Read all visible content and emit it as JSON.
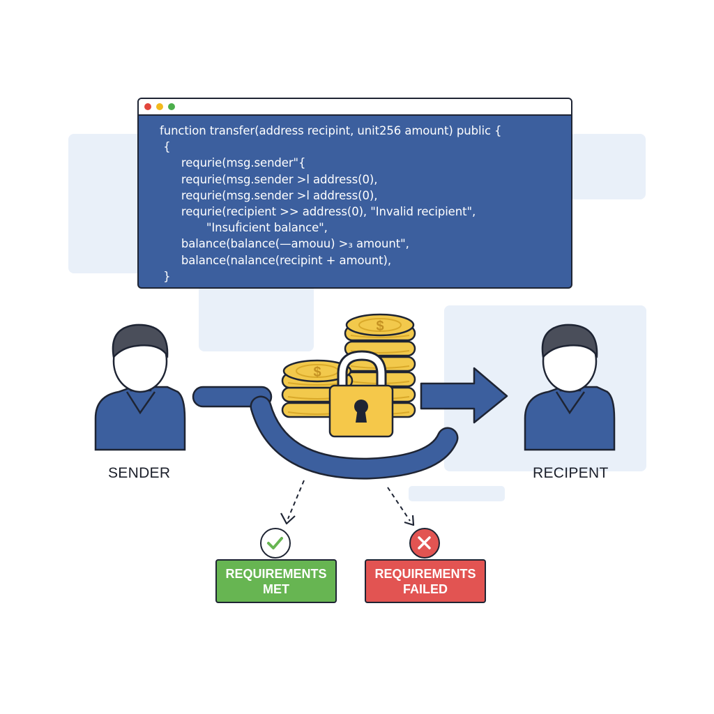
{
  "code_window": {
    "lines": [
      "function transfer(address recipint, unit256 amount) public {",
      " {",
      "      requrie(msg.sender\"{",
      "      requrie(msg.sender >l address(0),",
      "      requrie(msg.sender >l address(0),",
      "      requrie(recipient >> address(0), \"Invalid recipient\",",
      "             \"Insuf́icient balance\",",
      "      balance(balance(—amouu) >₃ amount\",",
      "      balance(nalance(recipint + amount),",
      " }"
    ],
    "dot_colors": [
      "#e2453c",
      "#f2b91d",
      "#4cae4c"
    ]
  },
  "sender": {
    "label": "SENDER"
  },
  "recipient": {
    "label": "RECIPENT"
  },
  "status": {
    "met": {
      "line1": "REQUIREMENTS",
      "line2": "MET",
      "color": "#67b552"
    },
    "failed": {
      "line1": "REQUIREMENTS",
      "line2": "FAILED",
      "color": "#e25452"
    }
  },
  "colors": {
    "navy": "#3c5f9e",
    "coin": "#f2c94c",
    "coin_dark": "#d9a92a",
    "lock": "#f5c84a",
    "panel": "#e9f0f9",
    "outline": "#1e2433"
  }
}
